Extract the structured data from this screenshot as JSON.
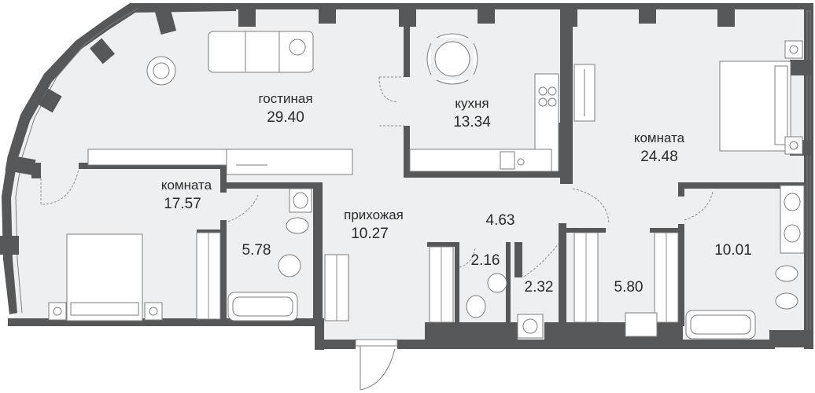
{
  "rooms": {
    "living": {
      "name": "гостиная",
      "area": "29.40"
    },
    "kitchen": {
      "name": "кухня",
      "area": "13.34"
    },
    "bedroom_r": {
      "name": "комната",
      "area": "24.48"
    },
    "bedroom_l": {
      "name": "комната",
      "area": "17.57"
    },
    "hall": {
      "name": "прихожая",
      "area": "10.27"
    },
    "corridor": {
      "area": "4.63"
    },
    "bath_l": {
      "area": "5.78"
    },
    "wc": {
      "area": "2.16"
    },
    "laundry": {
      "area": "2.32"
    },
    "closet": {
      "area": "5.80"
    },
    "bath_r": {
      "area": "10.01"
    }
  },
  "colors": {
    "wall": "#555759",
    "floor": "#eeeff0",
    "text": "#2a2a2a"
  }
}
